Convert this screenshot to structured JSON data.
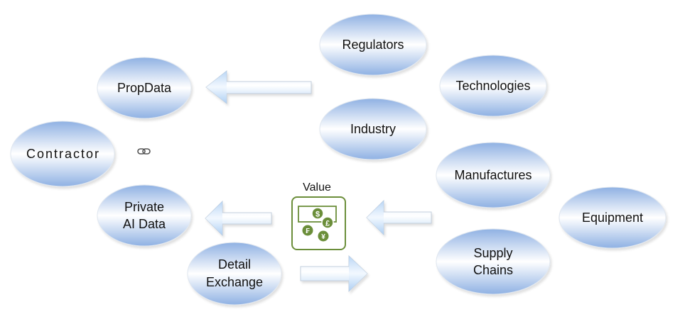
{
  "nodes": {
    "regulators": {
      "label_lines": [
        "Regulators"
      ]
    },
    "technologies": {
      "label_lines": [
        "Technologies"
      ]
    },
    "propdata": {
      "label_lines": [
        "PropData"
      ]
    },
    "industry": {
      "label_lines": [
        "Industry"
      ]
    },
    "contractor": {
      "label_lines": [
        "Contractor"
      ]
    },
    "manufactures": {
      "label_lines": [
        "Manufactures"
      ]
    },
    "equipment": {
      "label_lines": [
        "Equipment"
      ]
    },
    "private_ai_data": {
      "label_lines": [
        "Private",
        "AI Data"
      ]
    },
    "supply_chains": {
      "label_lines": [
        "Supply",
        "Chains"
      ]
    },
    "detail_exchange": {
      "label_lines": [
        "Detail",
        "Exchange"
      ]
    }
  },
  "value": {
    "label": "Value",
    "currency_symbols": [
      "$",
      "£",
      "₣",
      "¥"
    ],
    "color": "#6b8e3a"
  },
  "colors": {
    "ellipse_edge": "#8fb1e3",
    "ellipse_center": "#ffffff",
    "arrow_fill_light": "#f4f9ff",
    "arrow_fill_dark": "#a9ccf2",
    "arrow_stroke": "#b8c8dc"
  },
  "icons": {
    "link": "chain-link-icon",
    "value": "currency-exchange-icon"
  }
}
